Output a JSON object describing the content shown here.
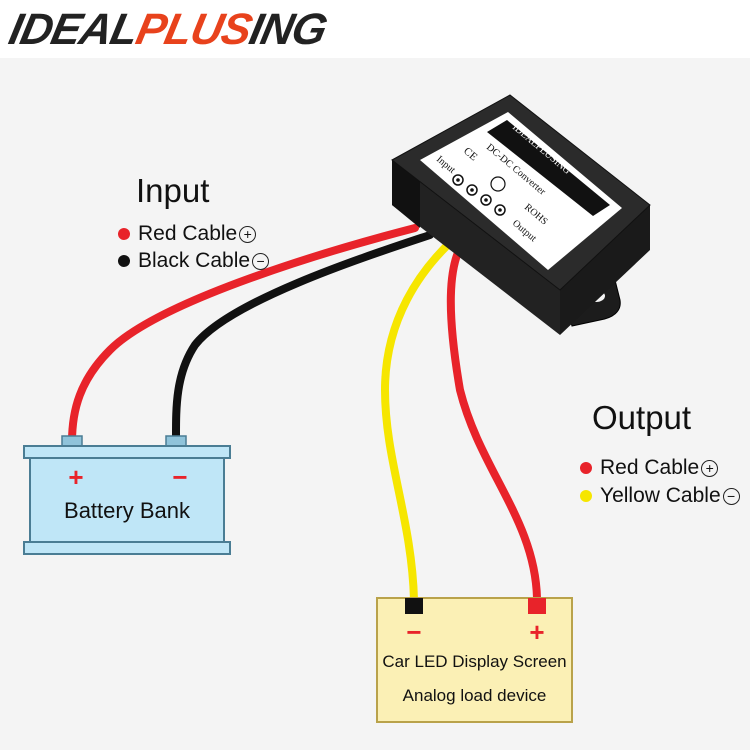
{
  "brand": {
    "part1": "IDEAL",
    "part2": "PLUS",
    "part3": "ING"
  },
  "input": {
    "title": "Input",
    "items": [
      {
        "label": "Red Cable",
        "sign": "+",
        "color": "#e8232a"
      },
      {
        "label": "Black Cable",
        "sign": "−",
        "color": "#111111"
      }
    ]
  },
  "output": {
    "title": "Output",
    "items": [
      {
        "label": "Red Cable",
        "sign": "+",
        "color": "#e8232a"
      },
      {
        "label": "Yellow Cable",
        "sign": "−",
        "color": "#f6e600"
      }
    ]
  },
  "battery": {
    "label": "Battery Bank",
    "plus": "+",
    "minus": "−",
    "fill": "#bfe6f7"
  },
  "load": {
    "line1": "Car LED Display Screen",
    "line2": "Analog load device",
    "plus": "+",
    "minus": "−",
    "fill": "#fbf0b5"
  },
  "converter": {
    "brand": "IDEALPLUSING",
    "model": "DC-DC Converter",
    "ce": "CE",
    "rohs": "ROHS",
    "input": "Input",
    "output": "Output"
  }
}
